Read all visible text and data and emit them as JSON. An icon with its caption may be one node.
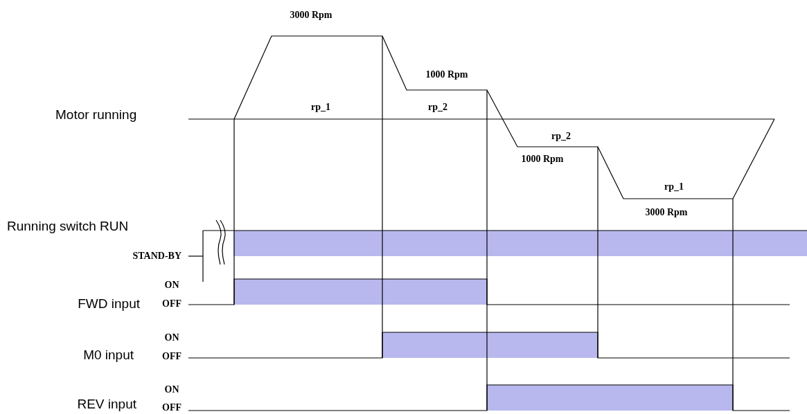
{
  "diagram": {
    "labels": [
      "3000 Rpm",
      "1000 Rpm",
      "Motor running",
      "rp_1",
      "rp_2",
      "rp_2",
      "1000 Rpm",
      "rp_1",
      "3000 Rpm",
      "Running switch RUN",
      "STAND-BY",
      "ON",
      "FWD input",
      "OFF",
      "ON",
      "M0 input",
      "OFF",
      "ON",
      "REV input",
      "OFF"
    ]
  }
}
